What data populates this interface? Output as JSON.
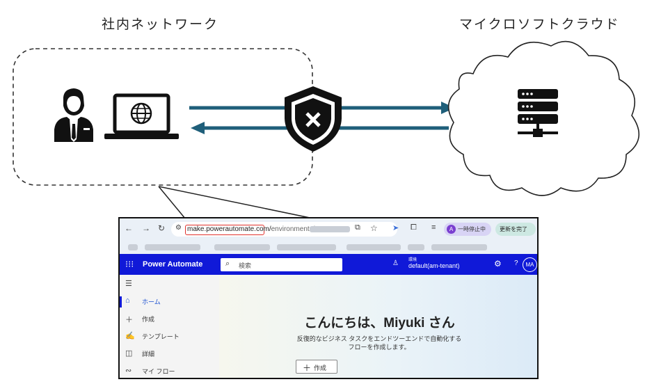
{
  "labels": {
    "internal_network": "社内ネットワーク",
    "microsoft_cloud": "マイクロソフトクラウド"
  },
  "icons": {
    "user": "user-icon",
    "laptop": "laptop-globe-icon",
    "shield": "shield-x-icon",
    "server": "server-icon",
    "cloud": "cloud-icon"
  },
  "colors": {
    "arrow": "#1f5f7a",
    "pa_brand": "#1019d8",
    "url_highlight": "#e0302b"
  },
  "browser": {
    "url_highlighted": "make.powerautomate.com/",
    "url_rest": "environments/",
    "paused_label": "一時停止中",
    "profile_letter": "A",
    "update_label": "更新を完了"
  },
  "power_automate": {
    "app_title": "Power Automate",
    "search_placeholder": "検索",
    "env_label": "環境",
    "env_name": "default(am-tenant)",
    "user_initials": "MA",
    "nav": [
      {
        "label": "ホーム"
      },
      {
        "label": "作成"
      },
      {
        "label": "テンプレート"
      },
      {
        "label": "詳細"
      },
      {
        "label": "マイ フロー"
      }
    ],
    "greeting": "こんにちは、Miyuki さん",
    "subtext": "反復的なビジネス タスクをエンドツーエンドで自動化するフローを作成します。",
    "create_button": "作成"
  }
}
